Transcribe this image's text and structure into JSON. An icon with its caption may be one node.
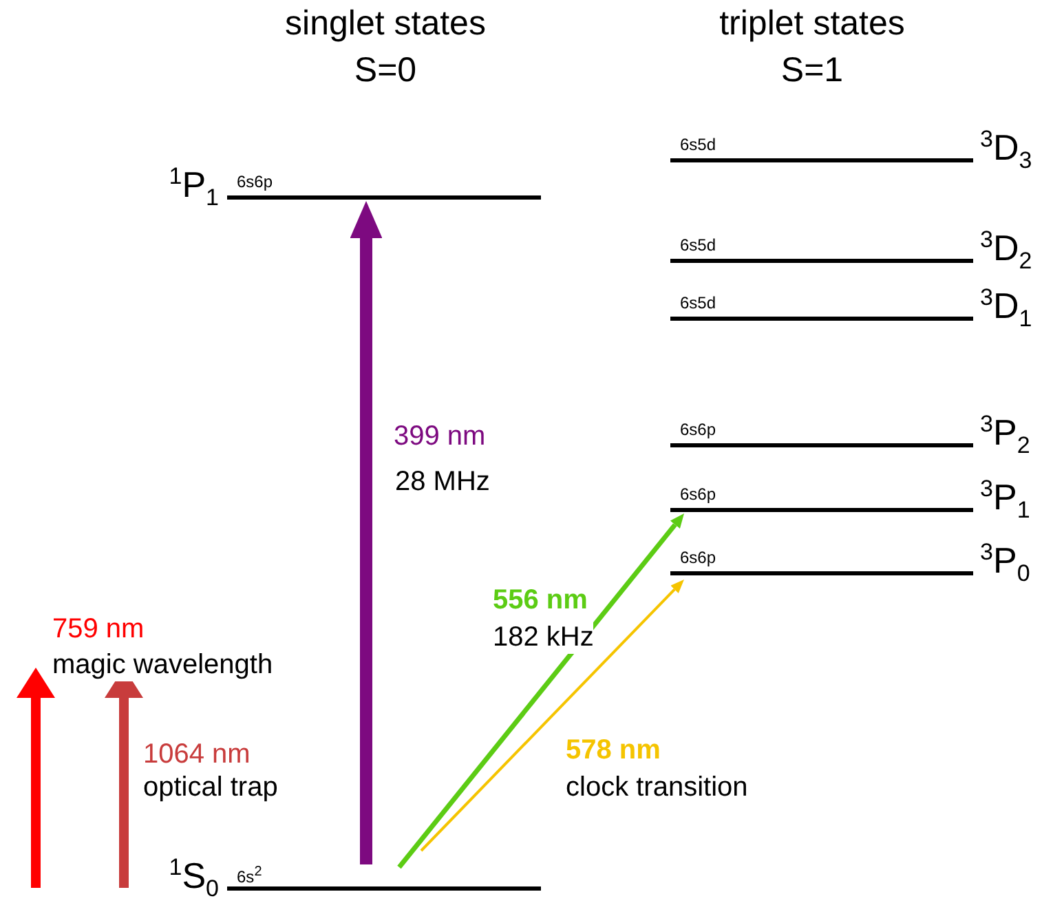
{
  "diagram": {
    "nodes": [
      {
        "text": [
          "6s6p"
        ],
        "beside": [
          "$^{1}$P$_{1}$"
        ]
      },
      {
        "text": [
          "6s$^{2}$"
        ],
        "beside": [
          "$^{1}$S$_{0}$"
        ]
      },
      {
        "text": [
          "6s5d"
        ],
        "beside": [
          "$^{3}$D$_{3}$"
        ]
      },
      {
        "text": [
          "6s5d"
        ],
        "beside": [
          "$^{3}$D$_{2}$"
        ]
      },
      {
        "text": [
          "6s5d"
        ],
        "beside": [
          "$^{3}$D$_{1}$"
        ]
      },
      {
        "text": [
          "6s6p"
        ],
        "beside": [
          "$^{3}$P$_{2}$"
        ]
      },
      {
        "text": [
          "6s6p"
        ],
        "beside": [
          "$^{3}$P$_{1}$"
        ]
      },
      {
        "text": [
          "6s6p"
        ],
        "beside": [
          "$^{3}$P$_{0}$"
        ]
      }
    ],
    "edges": [
      {
        "from": 1,
        "to": 0,
        "arrow": "to",
        "style": "thick",
        "color": "#7d0a80"
      },
      {
        "from": 1,
        "to": 6,
        "arrow": "to",
        "color": "#5ccc14"
      },
      {
        "from": 1,
        "to": 7,
        "arrow": "to",
        "color": "#f5c400"
      }
    ],
    "labels": [
      "singlet states S=0",
      "triplet states S=1",
      "399 nm",
      "28 MHz",
      "759 nm",
      "magic wavelength",
      "556 nm",
      "182 kHz",
      "1064 nm",
      "optical trap",
      "578 nm",
      "clock transition"
    ]
  }
}
